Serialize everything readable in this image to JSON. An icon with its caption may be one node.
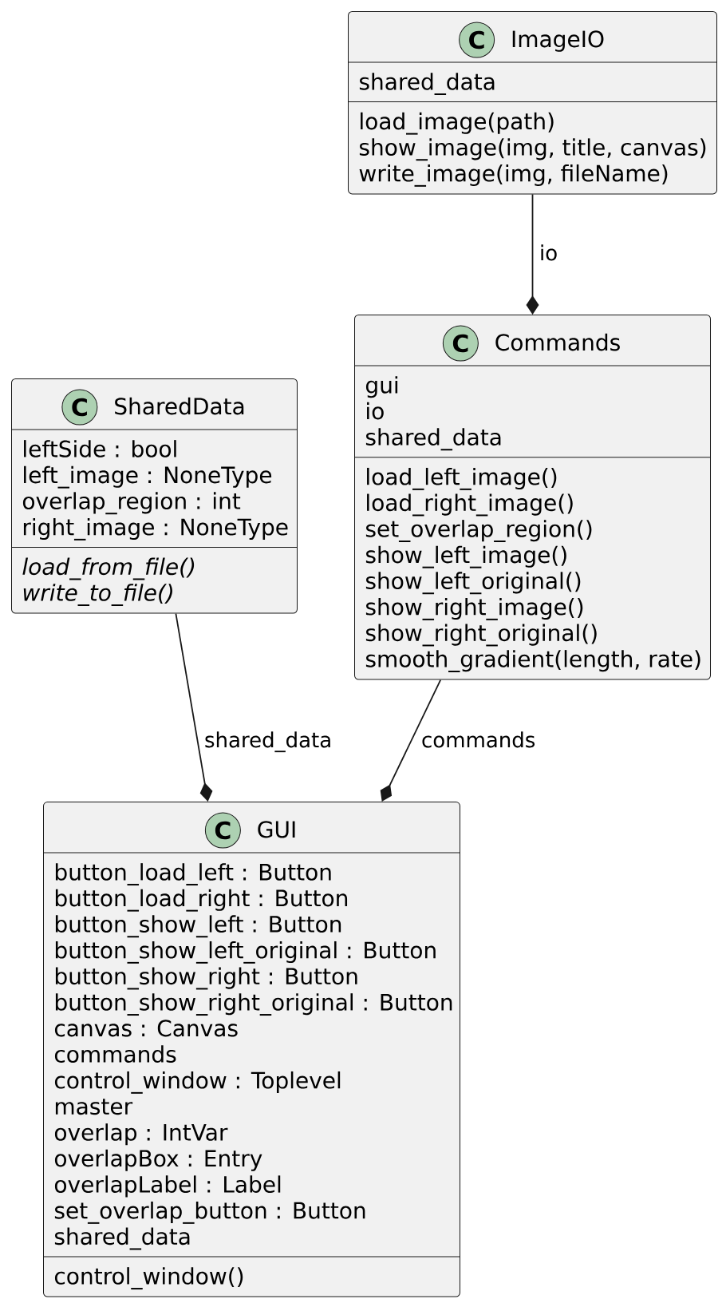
{
  "diagram": {
    "nodes": [
      {
        "text": [
          "C",
          "ImageIO",
          "shared_data",
          "load_image(path)",
          "show_image(img, title, canvas)",
          "write_image(img, fileName)"
        ]
      },
      {
        "text": [
          "C",
          "Commands",
          "gui",
          "io",
          "shared_data",
          "load_left_image()",
          "load_right_image()",
          "set_overlap_region()",
          "show_left_image()",
          "show_left_original()",
          "show_right_image()",
          "show_right_original()",
          "smooth_gradient(length, rate)"
        ]
      },
      {
        "text": [
          "C",
          "SharedData",
          "leftSide : bool",
          "left_image : NoneType",
          "overlap_region : int",
          "right_image : NoneType",
          "load_from_file()",
          "write_to_file()"
        ]
      },
      {
        "text": [
          "C",
          "GUI",
          "button_load_left : Button",
          "button_load_right : Button",
          "button_show_left : Button",
          "button_show_left_original : Button",
          "button_show_right : Button",
          "button_show_right_original : Button",
          "canvas : Canvas",
          "commands",
          "control_window : Toplevel",
          "master",
          "overlap : IntVar",
          "overlapBox : Entry",
          "overlapLabel : Label",
          "set_overlap_button : Button",
          "shared_data",
          "control_window()"
        ]
      }
    ],
    "edges": [
      {
        "from": 0,
        "to": 1,
        "arrow": "other",
        "label": "io"
      },
      {
        "from": 2,
        "to": 3,
        "arrow": "other",
        "label": "shared_data"
      },
      {
        "from": 1,
        "to": 3,
        "arrow": "other",
        "label": "commands"
      }
    ]
  }
}
